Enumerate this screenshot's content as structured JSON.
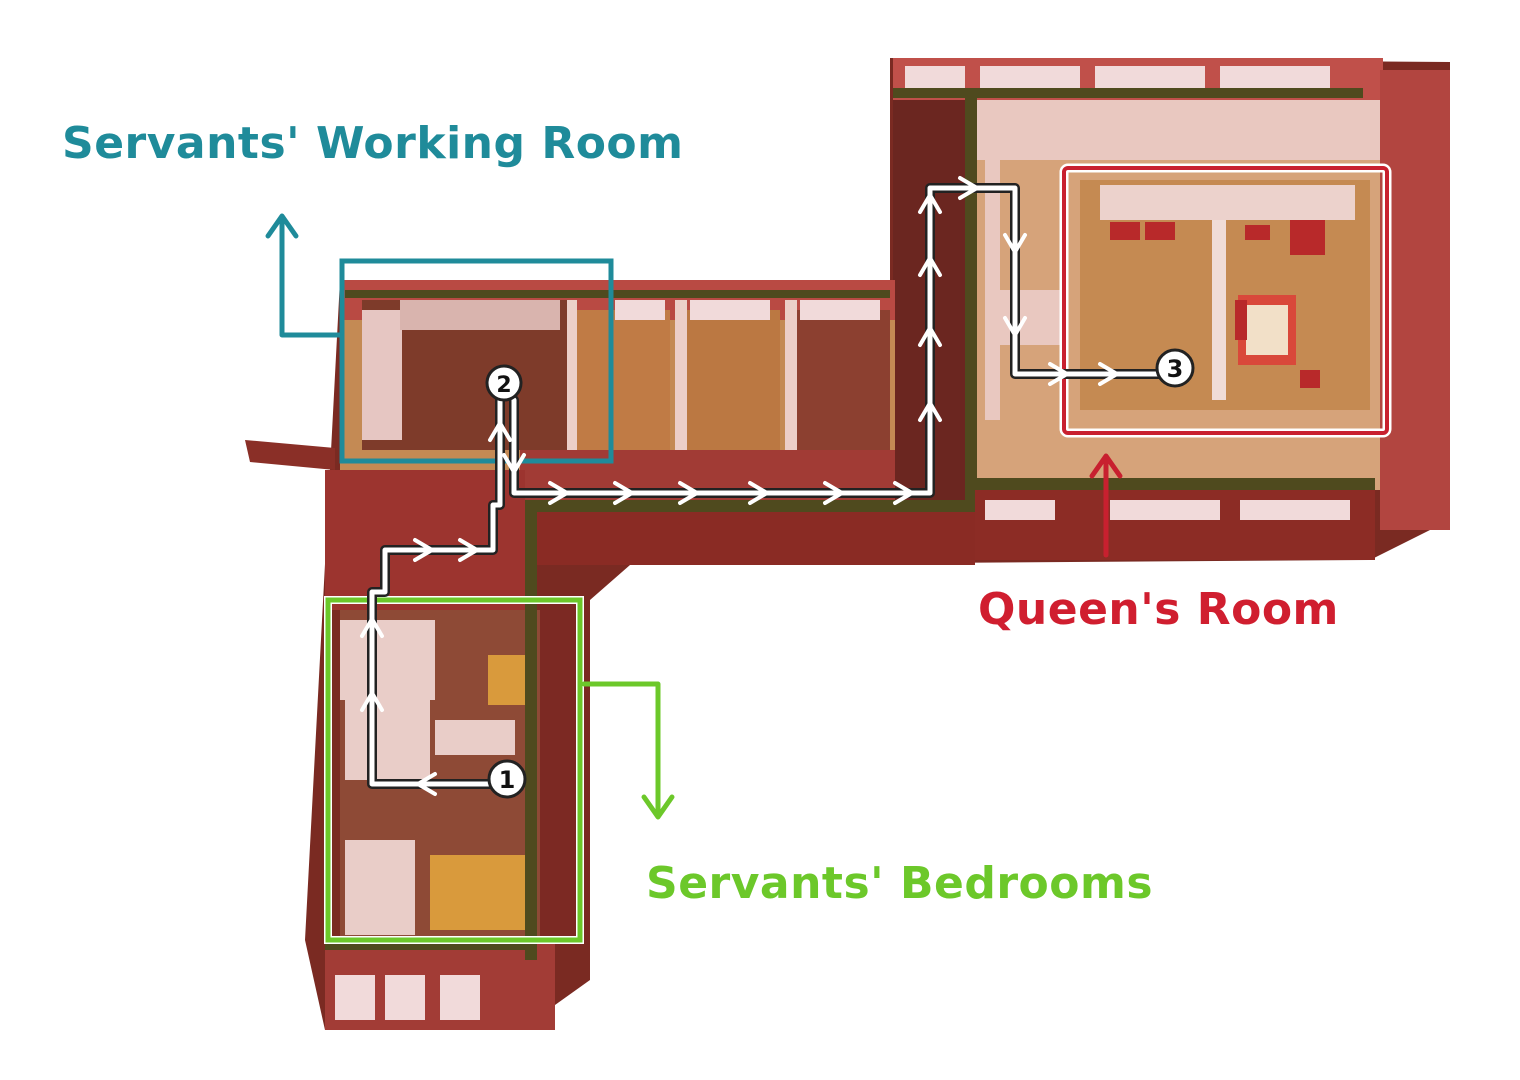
{
  "labels": {
    "working_room": "Servants' Working Room",
    "queen_room": "Queen's Room",
    "bedrooms": "Servants' Bedrooms"
  },
  "markers": [
    "1",
    "2",
    "3"
  ],
  "colors": {
    "working_room": "#1f8b9a",
    "queen_room": "#d01e2f",
    "bedrooms": "#6cc82a",
    "path": "#ffffff",
    "path_outline": "#222222"
  }
}
